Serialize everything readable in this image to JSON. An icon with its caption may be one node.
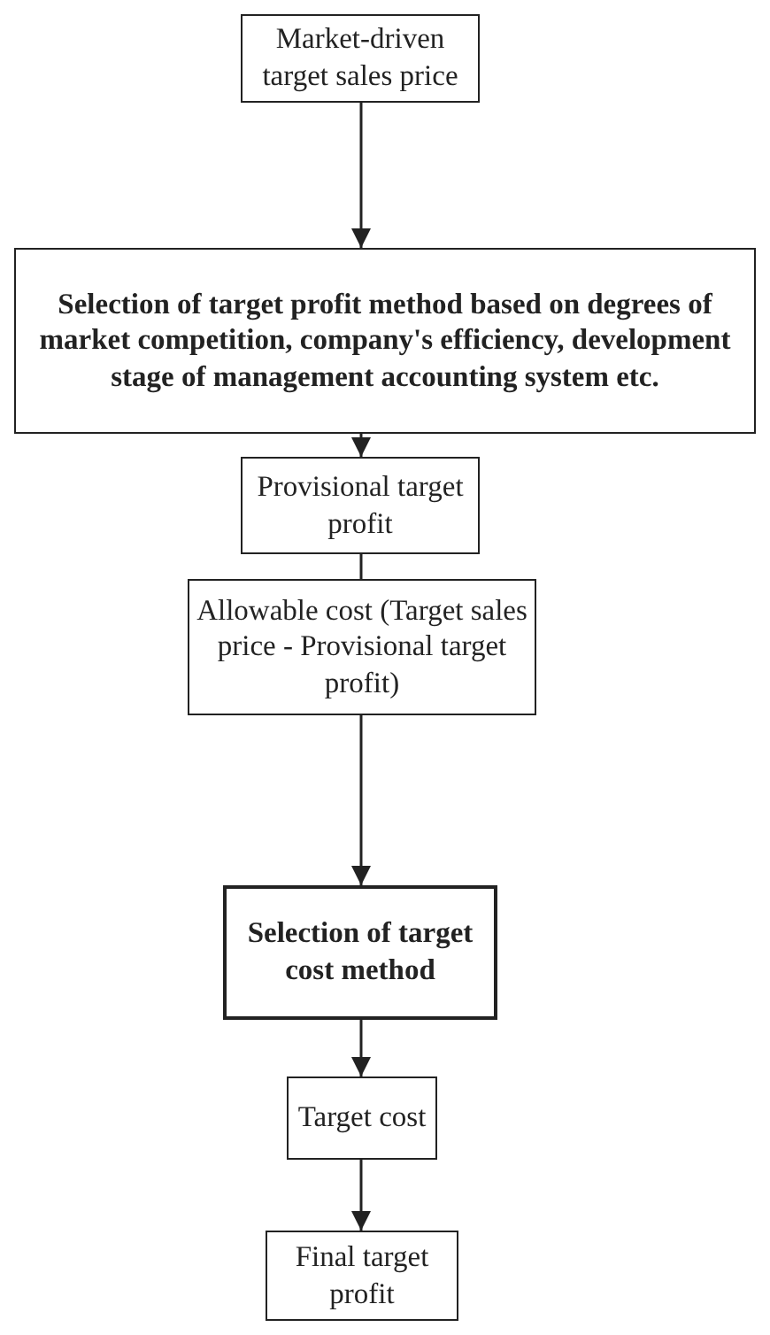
{
  "diagram": {
    "nodes": [
      {
        "text": [
          "Market-driven target sales price"
        ]
      },
      {
        "text": [
          "Selection of target profit method based on degrees of market competition, company's efficiency, development  stage of management accounting system etc."
        ]
      },
      {
        "text": [
          "Provisional target profit"
        ]
      },
      {
        "text": [
          "Allowable cost (Target sales price - Provisional target profit)"
        ]
      },
      {
        "text": [
          "Selection of target cost method"
        ]
      },
      {
        "text": [
          "Target cost"
        ]
      },
      {
        "text": [
          "Final target profit"
        ]
      }
    ],
    "edges": [
      {
        "from": 0,
        "to": 1,
        "arrow": "to"
      },
      {
        "from": 1,
        "to": 2,
        "arrow": "to"
      },
      {
        "from": 2,
        "to": 3,
        "arrow": "none"
      },
      {
        "from": 3,
        "to": 4,
        "arrow": "to"
      },
      {
        "from": 4,
        "to": 5,
        "arrow": "to"
      },
      {
        "from": 5,
        "to": 6,
        "arrow": "to"
      }
    ]
  }
}
